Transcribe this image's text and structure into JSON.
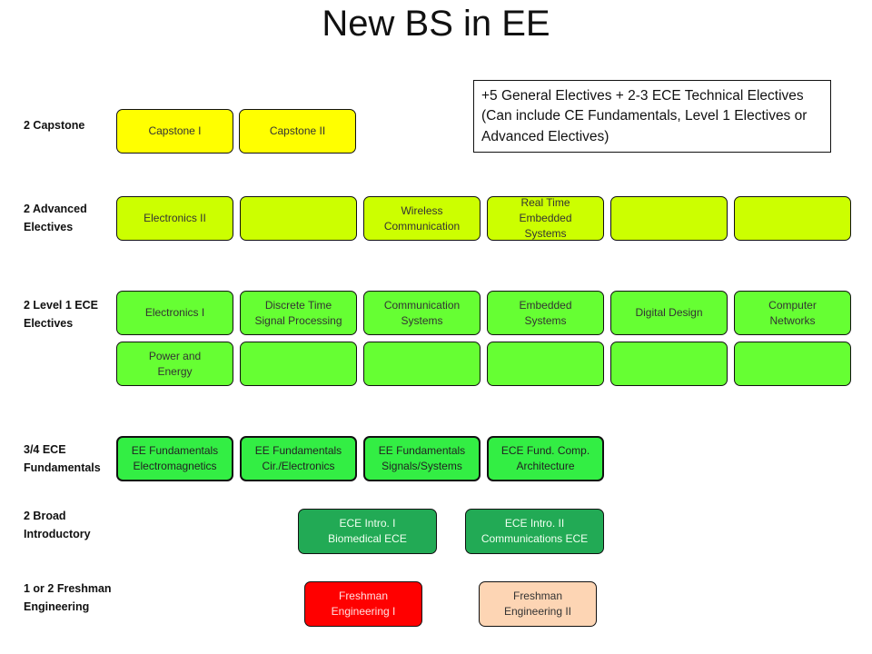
{
  "title": "New BS in EE",
  "note": "+5 General Electives + 2-3 ECE Technical Electives (Can include CE Fundamentals, Level 1 Electives or Advanced Electives)",
  "row_labels": {
    "capstone": "2 Capstone",
    "advanced": "2 Advanced\nElectives",
    "level1": "2 Level 1 ECE\nElectives",
    "fundamentals": "3/4 ECE\nFundamentals",
    "broad": "2 Broad\nIntroductory",
    "freshman": "1 or 2 Freshman\nEngineering"
  },
  "capstone": [
    "Capstone I",
    "Capstone II"
  ],
  "advanced": [
    "Electronics II",
    "",
    "Wireless\nCommunication",
    "Real Time\nEmbedded\nSystems",
    "",
    ""
  ],
  "level1_row1": [
    "Electronics I",
    "Discrete Time\nSignal Processing",
    "Communication\nSystems",
    "Embedded\nSystems",
    "Digital Design",
    "Computer\nNetworks"
  ],
  "level1_row2": [
    "Power and\nEnergy",
    "",
    "",
    "",
    "",
    ""
  ],
  "fundamentals": [
    "EE Fundamentals\nElectromagnetics",
    "EE Fundamentals\nCir./Electronics",
    "EE Fundamentals\nSignals/Systems",
    "ECE Fund. Comp.\nArchitecture"
  ],
  "broad": [
    "ECE Intro. I\nBiomedical ECE",
    "ECE Intro. II\nCommunications ECE"
  ],
  "freshman": [
    "Freshman\nEngineering I",
    "Freshman\nEngineering II"
  ],
  "colors": {
    "capstone": "#ffff00",
    "advanced": "#ccff00",
    "level1": "#66ff33",
    "fundamentals": "#33ee44",
    "broad": "#22aa55",
    "freshman_1": "#ff0000",
    "freshman_2": "#fdd5b4"
  }
}
